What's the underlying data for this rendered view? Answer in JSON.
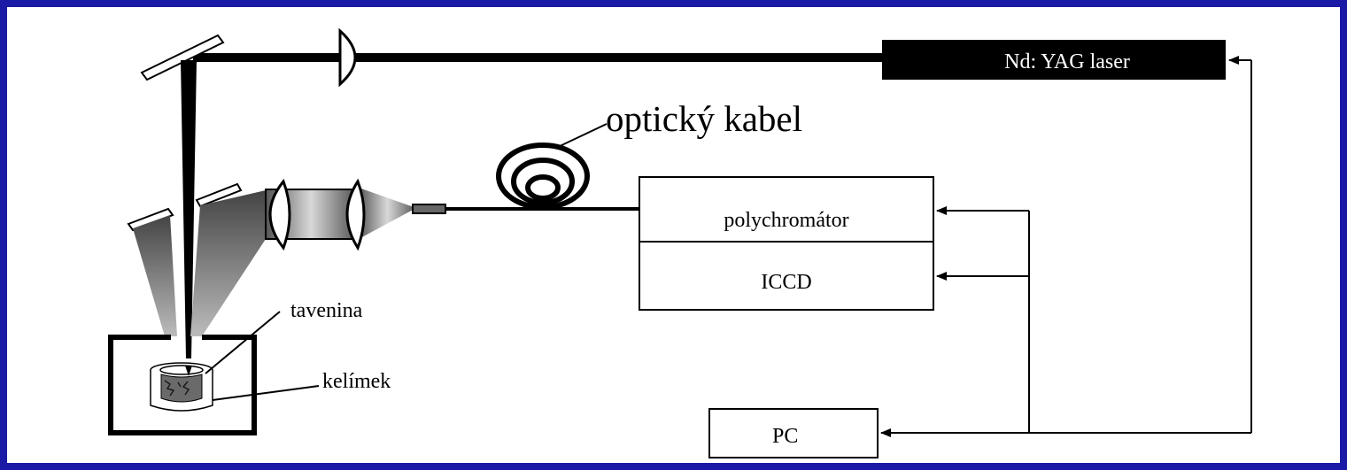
{
  "colors": {
    "frame_border": "#1a1aa6",
    "background": "#ffffff",
    "ink": "#000000"
  },
  "labels": {
    "laser": "Nd: YAG laser",
    "fiber": "optický kabel",
    "polychromator": "polychromátor",
    "iccd": "ICCD",
    "pc": "PC",
    "melt": "tavenina",
    "crucible": "kelímek"
  }
}
